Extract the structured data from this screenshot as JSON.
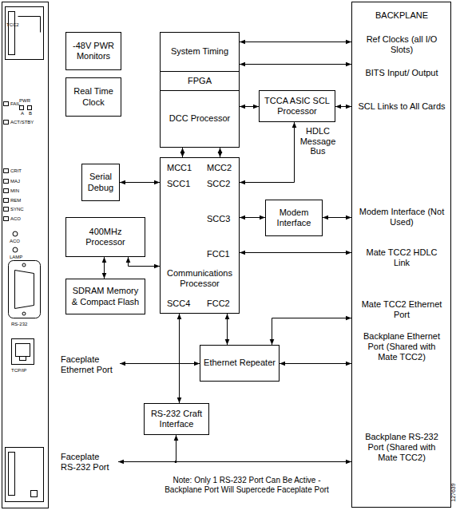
{
  "diagram": {
    "nodes": [
      {
        "text": [
          "-48V PWR Monitors"
        ]
      },
      {
        "text": [
          "System Timing"
        ]
      },
      {
        "text": [
          "FPGA"
        ]
      },
      {
        "text": [
          "DCC Processor"
        ]
      },
      {
        "text": [
          "TCCA ASIC SCL Processor"
        ]
      },
      {
        "text": [
          "Real Time Clock"
        ]
      },
      {
        "text": [
          "Serial Debug"
        ]
      },
      {
        "text": [
          "MCC1",
          "MCC2",
          "SCC1",
          "SCC2",
          "SCC3",
          "FCC1",
          "Communications Processor",
          "SCC4",
          "FCC2"
        ]
      },
      {
        "text": [
          "Modem Interface"
        ]
      },
      {
        "text": [
          "400MHz Processor"
        ]
      },
      {
        "text": [
          "SDRAM Memory & Compact Flash"
        ]
      },
      {
        "text": [
          "Ethernet Repeater"
        ]
      },
      {
        "text": [
          "RS-232 Craft Interface"
        ]
      },
      {
        "text": [
          "BACKPLANE",
          "Ref Clocks (all I/O Slots)",
          "BITS Input/ Output",
          "SCL Links to All Cards",
          "Modem Interface (Not Used)",
          "Mate TCC2 HDLC Link",
          "Mate TCC2 Ethernet Port",
          "Backplane Ethernet Port (Shared with Mate TCC2)",
          "Backplane RS-232 Port (Shared with Mate TCC2)"
        ]
      }
    ],
    "edges": [
      {
        "from": 1,
        "to": 13,
        "arrow": "both"
      },
      {
        "from": 1,
        "to": 13,
        "arrow": "both"
      },
      {
        "from": 3,
        "to": 4,
        "arrow": "both"
      },
      {
        "from": 4,
        "to": 13,
        "arrow": "both"
      },
      {
        "from": 3,
        "to": 7,
        "arrow": "both"
      },
      {
        "from": 3,
        "to": 7,
        "arrow": "both"
      },
      {
        "from": 4,
        "to": 7,
        "label": "HDLC Message Bus",
        "arrow": "both"
      },
      {
        "from": 6,
        "to": 7,
        "arrow": "both"
      },
      {
        "from": 7,
        "to": 8,
        "arrow": "both"
      },
      {
        "from": 8,
        "to": 13,
        "arrow": "both"
      },
      {
        "from": 7,
        "to": 13,
        "arrow": "both"
      },
      {
        "from": 9,
        "to": 10,
        "arrow": "both"
      },
      {
        "from": 9,
        "to": 7,
        "arrow": "both"
      },
      {
        "from": 7,
        "to": 11,
        "arrow": "both"
      },
      {
        "from": 7,
        "to": 12,
        "arrow": "both"
      },
      {
        "from": 11,
        "to": 13,
        "arrow": "both"
      },
      {
        "from": 11,
        "to": 13,
        "arrow": "both"
      },
      {
        "from": 12,
        "to": 13,
        "arrow": "both"
      }
    ],
    "labels": [
      "TCC2",
      "FAIL",
      "PWR",
      "A",
      "B",
      "ACT/STBY",
      "CRIT",
      "MAJ",
      "MIN",
      "REM",
      "SYNC",
      "ACO",
      "ACO",
      "LAMP",
      "RS-232",
      "TCP/IP",
      "Faceplate Ethernet Port",
      "Faceplate RS-232 Port",
      "Note: Only 1 RS-232 Port Can Be Active - Backplane Port Will Supercede Faceplate Port",
      "127639"
    ]
  }
}
